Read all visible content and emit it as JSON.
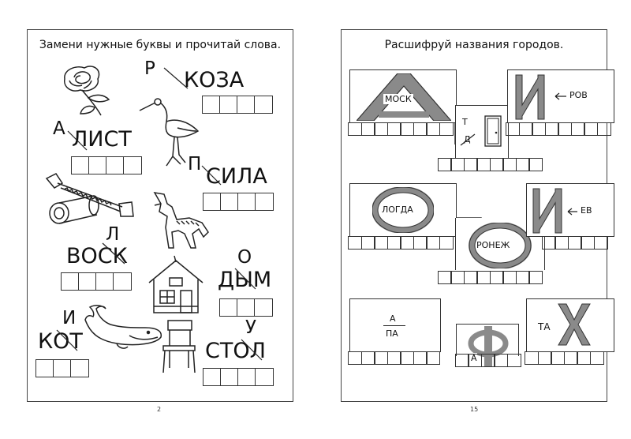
{
  "left_page": {
    "title": "Замени нужные буквы и прочитай слова.",
    "page_number": "2",
    "words": [
      {
        "word": "КОЗА",
        "swap": "Р",
        "picture": "rose-icon"
      },
      {
        "word": "ЛИСТ",
        "swap": "А",
        "picture": "stork-icon"
      },
      {
        "word": "СИЛА",
        "swap": "П",
        "picture": "saw-icon"
      },
      {
        "word": "ВОСК",
        "swap": "Л",
        "picture": "wolf-icon"
      },
      {
        "word": "ДЫМ",
        "swap": "О",
        "picture": "house-icon"
      },
      {
        "word": "КОТ",
        "swap": "И",
        "picture": "whale-icon"
      },
      {
        "word": "СТОЛ",
        "swap": "У",
        "picture": "chair-icon"
      }
    ]
  },
  "right_page": {
    "title": "Расшифруй названия городов.",
    "page_number": "15",
    "puzzles": {
      "moskva": {
        "big_letter": "А",
        "inner_text": "МОСК"
      },
      "tver": {
        "top_letter": "Т",
        "crossed_letter": "Д"
      },
      "irkutsk": {
        "big_letter": "И",
        "arrow_text": "РОВ"
      },
      "vologda": {
        "inner_text": "ЛОГДА"
      },
      "voronezh": {
        "inner_text": "РОНЕЖ"
      },
      "ivanovo": {
        "big_letter": "И",
        "arrow_text": "ЕВ"
      },
      "anapa": {
        "numerator": "А",
        "denominator": "ПА"
      },
      "ufa": {
        "big_letter": "Ф",
        "small_letter": "А"
      },
      "tahta": {
        "small_text": "ТА",
        "big_letter": "Х"
      }
    }
  }
}
